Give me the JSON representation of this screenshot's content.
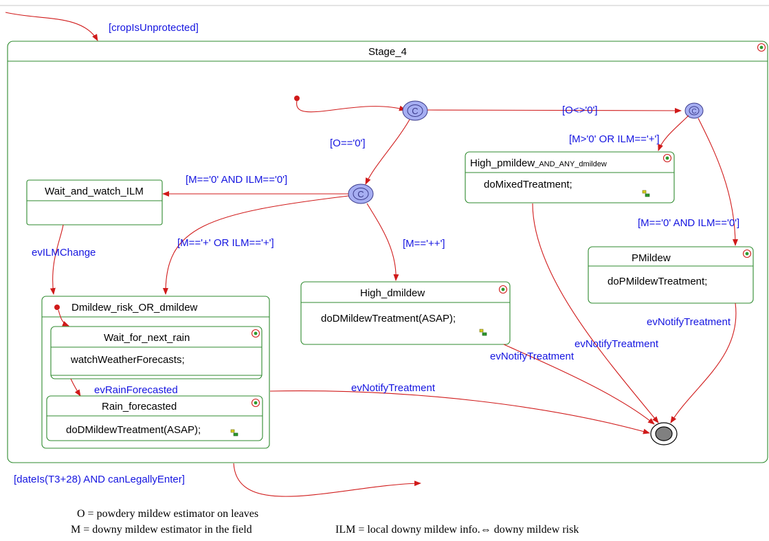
{
  "diagram": {
    "outer_state": "Stage_4",
    "states": {
      "wait_watch": {
        "name": "Wait_and_watch_ILM"
      },
      "high_pmildew": {
        "name": "High_pmildew",
        "name_suffix": "_AND_ANY_dmildew",
        "action": "doMixedTreatment;"
      },
      "pmildew": {
        "name": "PMildew",
        "action": "doPMildewTreatment;"
      },
      "high_dmildew": {
        "name": "High_dmildew",
        "action": "doDMildewTreatment(ASAP);"
      },
      "dmildew_risk": {
        "name": "Dmildew_risk_OR_dmildew"
      },
      "wait_rain": {
        "name": "Wait_for_next_rain",
        "action": "watchWeatherForecasts;"
      },
      "rain_forecasted": {
        "name": "Rain_forecasted",
        "action": "doDMildewTreatment(ASAP);"
      }
    },
    "condition_symbol": "C",
    "transitions": {
      "entry_guard": "[cropIsUnprotected]",
      "exit_guard": "[dateIs(T3+28) AND canLegallyEnter]",
      "o_not_zero": "[O<>'0']",
      "o_zero": "[O=='0']",
      "m_gt_zero": "[M>'0' OR ILM=='+']",
      "m_zero_ilm_zero_left": "[M=='0' AND ILM=='0']",
      "m_zero_ilm_zero_right": "[M=='0' AND ILM=='0']",
      "m_plus": "[M=='+' OR ILM=='+']",
      "m_plusplus": "[M=='++']",
      "ev_ilm_change": "evILMChange",
      "ev_rain_forecasted": "evRainForecasted",
      "ev_notify_1": "evNotifyTreatment",
      "ev_notify_2": "evNotifyTreatment",
      "ev_notify_3": "evNotifyTreatment",
      "ev_notify_4": "evNotifyTreatment"
    }
  },
  "legend": {
    "line1": "O = powdery mildew estimator on leaves",
    "line2a": "M = downy mildew estimator in the field",
    "line2b": "ILM = local downy mildew info.⇔ downy mildew risk"
  },
  "colors": {
    "transition": "#d01a1a",
    "label": "#1515e0",
    "state_border": "#2d8a2d",
    "condition_fill": "#a6aef2",
    "final_fill": "#808080"
  },
  "icons": {
    "state_icon": "state-refresh-icon",
    "action_icon": "action-key-icon"
  }
}
